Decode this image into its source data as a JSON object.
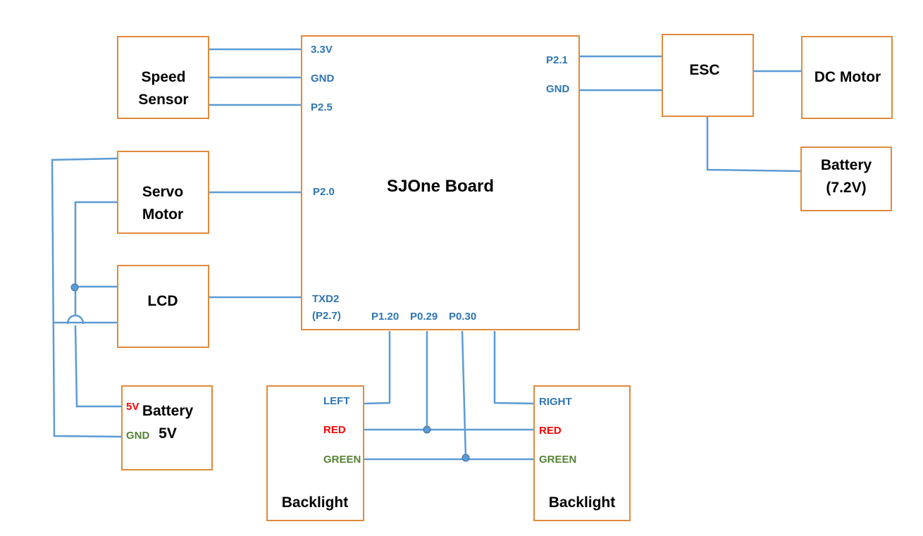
{
  "colors": {
    "box_border": "#e08a3c",
    "wire": "#5b9bd5",
    "pin_label": "#2e75b6",
    "red_label": "#ff0000",
    "green_label": "#548235"
  },
  "board": {
    "name": "SJOne Board",
    "pins": {
      "v33": "3.3V",
      "gnd_left": "GND",
      "p25": "P2.5",
      "p20": "P2.0",
      "txd2": "TXD2",
      "p27": "(P2.7)",
      "p120": "P1.20",
      "p029": "P0.29",
      "p030": "P0.30",
      "p21": "P2.1",
      "gnd_right": "GND"
    }
  },
  "speed_sensor": {
    "line1": "Speed",
    "line2": "Sensor"
  },
  "servo_motor": {
    "line1": "Servo",
    "line2": "Motor"
  },
  "lcd": {
    "label": "LCD"
  },
  "battery_5v": {
    "line1": "Battery",
    "line2": "5V",
    "pin_5v": "5V",
    "pin_gnd": "GND"
  },
  "esc": {
    "label": "ESC"
  },
  "dc_motor": {
    "label": "DC Motor"
  },
  "battery_72": {
    "line1": "Battery",
    "line2": "(7.2V)"
  },
  "backlight_left": {
    "label": "Backlight",
    "pin_side": "LEFT",
    "pin_red": "RED",
    "pin_green": "GREEN"
  },
  "backlight_right": {
    "label": "Backlight",
    "pin_side": "RIGHT",
    "pin_red": "RED",
    "pin_green": "GREEN"
  }
}
